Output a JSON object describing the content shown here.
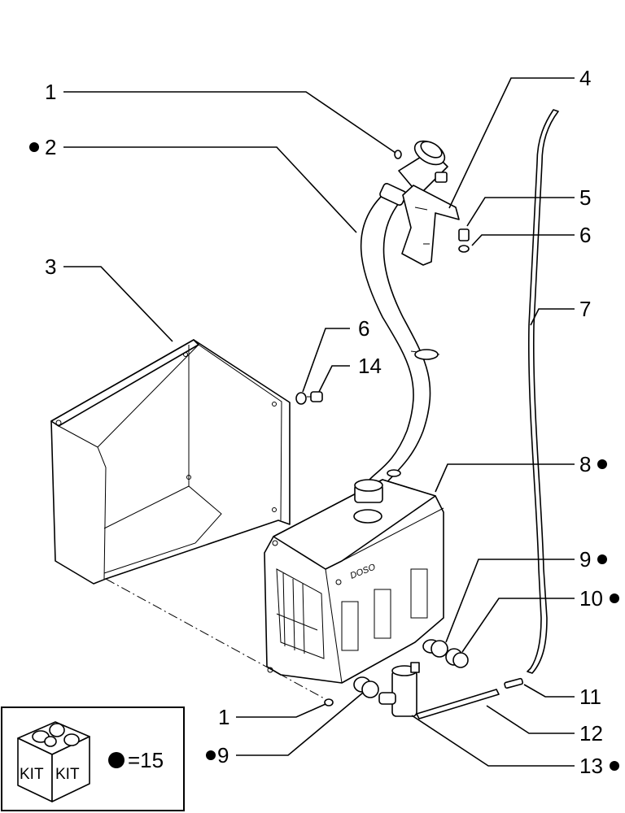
{
  "callouts": [
    {
      "id": "c1a",
      "label": "1",
      "bullet": false
    },
    {
      "id": "c2",
      "label": "2",
      "bullet": true,
      "bullet_side": "left"
    },
    {
      "id": "c3",
      "label": "3",
      "bullet": false
    },
    {
      "id": "c4",
      "label": "4",
      "bullet": false
    },
    {
      "id": "c5",
      "label": "5",
      "bullet": false
    },
    {
      "id": "c6a",
      "label": "6",
      "bullet": false
    },
    {
      "id": "c7",
      "label": "7",
      "bullet": false
    },
    {
      "id": "c6b",
      "label": "6",
      "bullet": false
    },
    {
      "id": "c14",
      "label": "14",
      "bullet": false
    },
    {
      "id": "c8",
      "label": "8",
      "bullet": true,
      "bullet_side": "right"
    },
    {
      "id": "c9a",
      "label": "9",
      "bullet": true,
      "bullet_side": "right"
    },
    {
      "id": "c10",
      "label": "10",
      "bullet": true,
      "bullet_side": "right"
    },
    {
      "id": "c11",
      "label": "11",
      "bullet": false
    },
    {
      "id": "c12",
      "label": "12",
      "bullet": false
    },
    {
      "id": "c13",
      "label": "13",
      "bullet": true,
      "bullet_side": "right"
    },
    {
      "id": "c1b",
      "label": "1",
      "bullet": false
    },
    {
      "id": "c9b",
      "label": "9",
      "bullet": true,
      "bullet_side": "left"
    }
  ],
  "kit_box": {
    "box_labels": [
      "KIT",
      "KIT"
    ],
    "legend_text": "=15"
  },
  "tank_embossing": "DOSO",
  "colors": {
    "ink": "#000000",
    "paper": "#ffffff"
  }
}
